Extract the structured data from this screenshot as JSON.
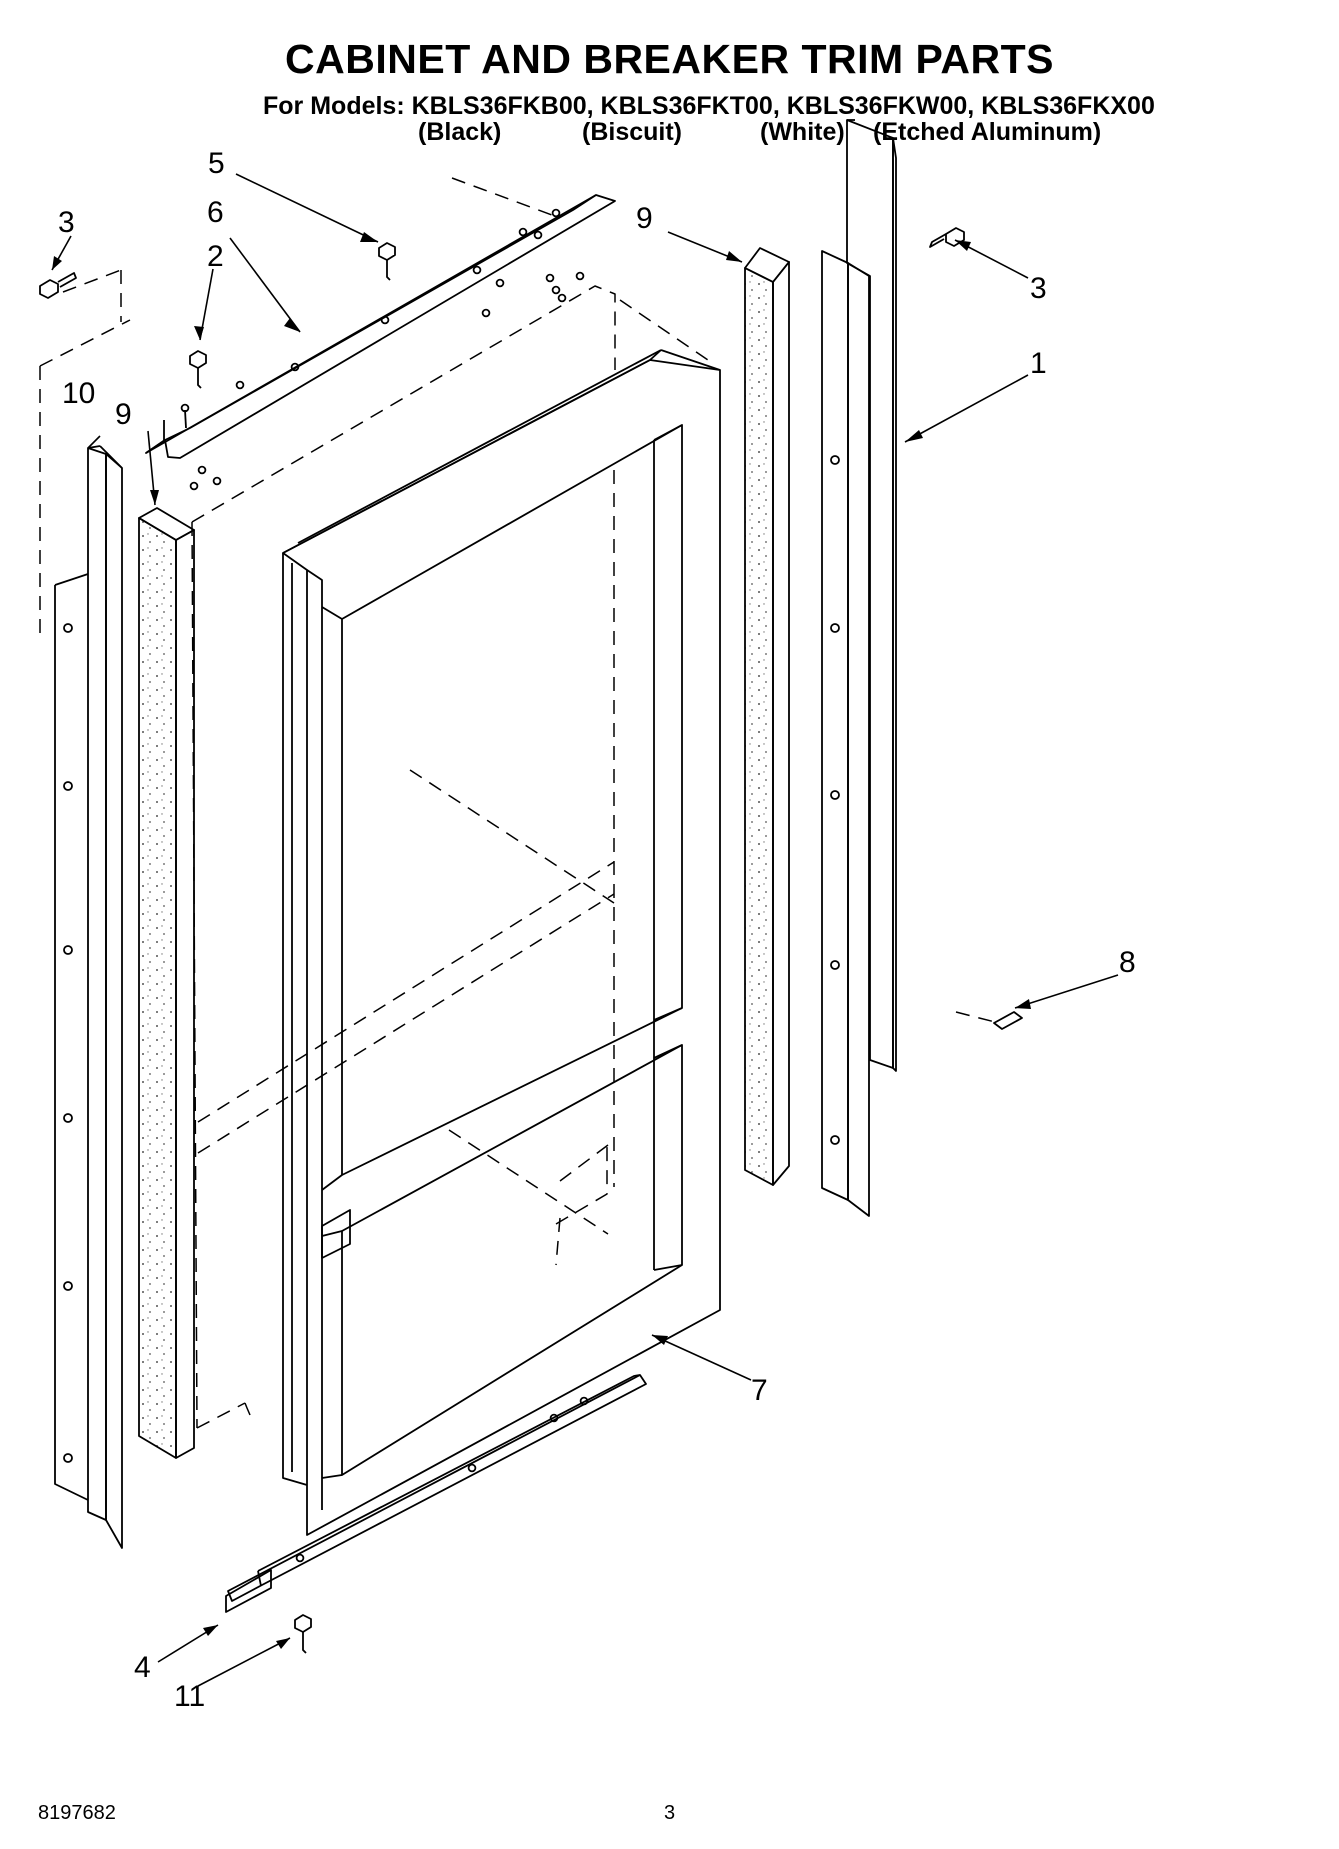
{
  "title": "CABINET AND BREAKER TRIM PARTS",
  "models_line": "For Models: KBLS36FKB00, KBLS36FKT00, KBLS36FKW00, KBLS36FKX00",
  "variants": [
    "(Black)",
    "(Biscuit)",
    "(White)",
    "(Etched Aluminum)"
  ],
  "callouts": [
    "1",
    "2",
    "3",
    "3",
    "4",
    "5",
    "6",
    "7",
    "8",
    "9",
    "9",
    "10",
    "11"
  ],
  "footer": {
    "doc_number": "8197682",
    "page_number": "3"
  }
}
